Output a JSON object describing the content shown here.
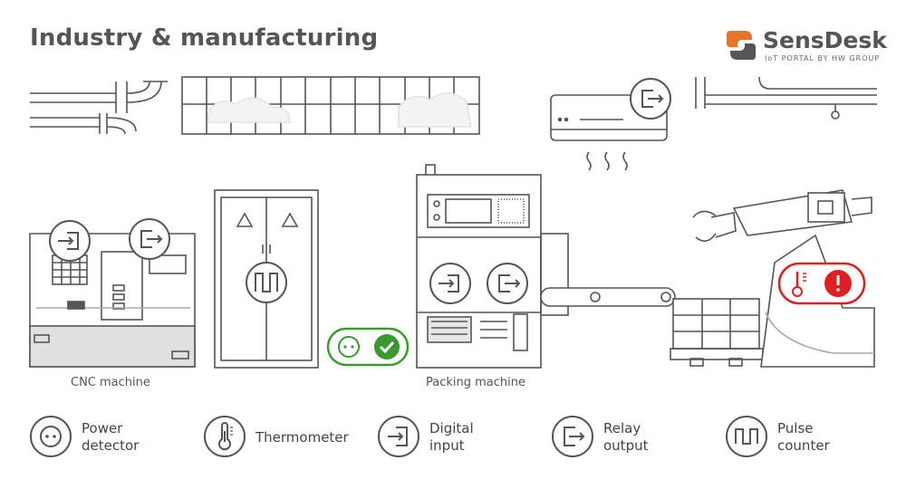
{
  "header": {
    "title": "Industry & manufacturing"
  },
  "logo": {
    "name_part1": "Sens",
    "name_part2": "Desk",
    "subtitle": "IoT PORTAL BY HW GROUP",
    "accent": "#e8732a"
  },
  "machines": {
    "cnc_label": "CNC machine",
    "packing_label": "Packing machine"
  },
  "legend": [
    {
      "icon": "power-detector-icon",
      "label": "Power\ndetector"
    },
    {
      "icon": "thermometer-icon",
      "label": "Thermometer"
    },
    {
      "icon": "digital-input-icon",
      "label": "Digital\ninput"
    },
    {
      "icon": "relay-output-icon",
      "label": "Relay\noutput"
    },
    {
      "icon": "pulse-counter-icon",
      "label": "Pulse\ncounter"
    }
  ],
  "colors": {
    "line": "#555555",
    "ok": "#3a9a2e",
    "alarm": "#e02020",
    "light": "#cccccc"
  }
}
